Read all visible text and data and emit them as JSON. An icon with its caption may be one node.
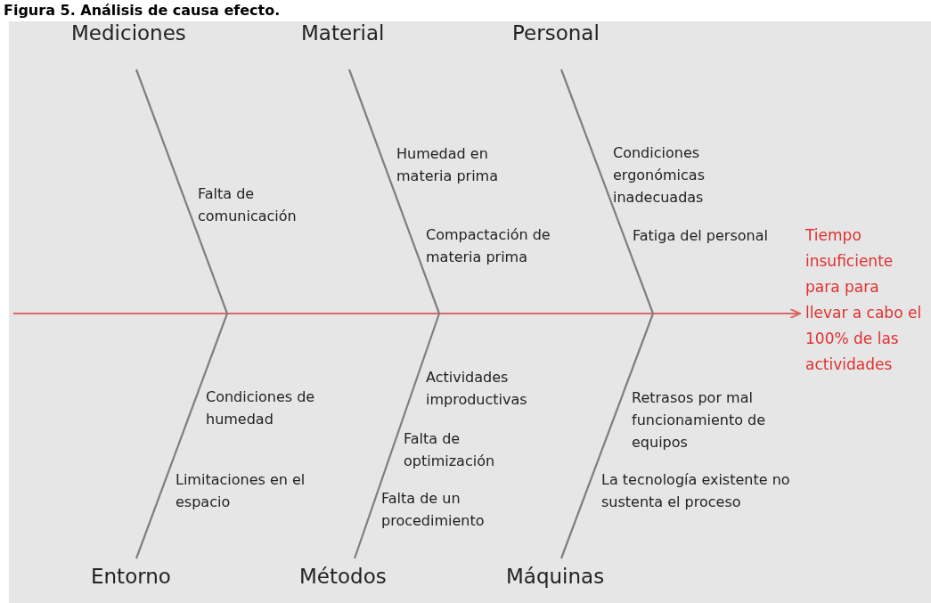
{
  "diagram": {
    "title": "Figura 5. Análisis de causa efecto.",
    "nodes": [
      {
        "text": [
          "Mediciones"
        ]
      },
      {
        "text": [
          "Material"
        ]
      },
      {
        "text": [
          "Personal"
        ]
      },
      {
        "text": [
          "Entorno"
        ]
      },
      {
        "text": [
          "Métodos"
        ]
      },
      {
        "text": [
          "Máquinas"
        ]
      },
      {
        "text": [
          "Tiempo insuficiente para para llevar a cabo el 100% de las actividades"
        ]
      }
    ],
    "edges": [
      {
        "from": null,
        "to": 6,
        "arrow": "to",
        "color": "#e06666"
      },
      {
        "from": 0,
        "to": null,
        "arrow": "none"
      },
      {
        "from": 1,
        "to": null,
        "arrow": "none"
      },
      {
        "from": 2,
        "to": null,
        "arrow": "none"
      },
      {
        "from": 3,
        "to": null,
        "arrow": "none"
      },
      {
        "from": 4,
        "to": null,
        "arrow": "none"
      },
      {
        "from": 5,
        "to": null,
        "arrow": "none"
      }
    ],
    "labels": [
      "Falta de comunicación",
      "Humedad en materia prima",
      "Compactación de materia prima",
      "Condiciones ergonómicas inadecuadas",
      "Fatiga del personal",
      "Condiciones de humedad",
      "Limitaciones en el espacio",
      "Actividades improductivas",
      "Falta de optimización",
      "Falta de un procedimiento",
      "Retrasos por mal funcionamiento de equipos",
      "La tecnología existente no sustenta el proceso"
    ]
  }
}
